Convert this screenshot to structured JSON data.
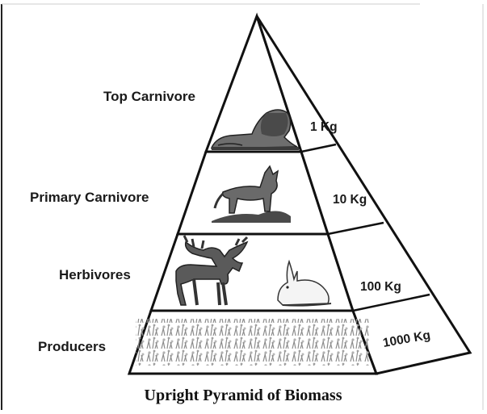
{
  "diagram": {
    "title": "Upright Pyramid of Biomass",
    "levels": [
      {
        "name": "Top Carnivore",
        "biomass": "1 Kg",
        "organism": "lion"
      },
      {
        "name": "Primary Carnivore",
        "biomass": "10 Kg",
        "organism": "wolf"
      },
      {
        "name": "Herbivores",
        "biomass": "100 Kg",
        "organisms": [
          "moose",
          "rabbit"
        ]
      },
      {
        "name": "Producers",
        "biomass": "1000 Kg",
        "organisms": [
          "grass-shrubs"
        ]
      }
    ]
  }
}
